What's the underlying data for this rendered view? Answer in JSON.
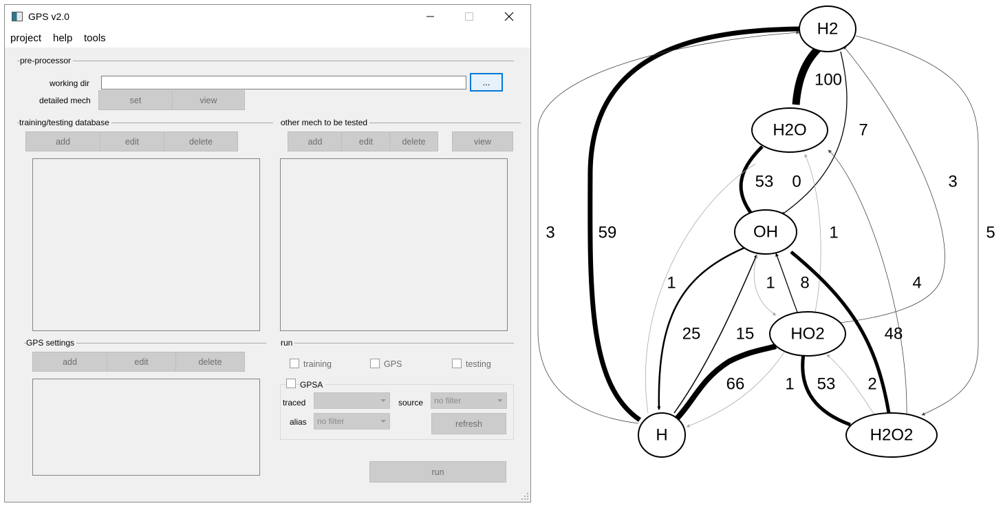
{
  "window": {
    "title": "GPS v2.0",
    "menu": [
      "project",
      "help",
      "tools"
    ]
  },
  "pre_processor": {
    "title": "pre-processor",
    "working_dir_label": "working dir",
    "working_dir_value": "",
    "browse_label": "...",
    "detailed_mech_label": "detailed mech",
    "set_label": "set",
    "view_label": "view"
  },
  "training_db": {
    "title": "training/testing database",
    "add": "add",
    "edit": "edit",
    "delete": "delete"
  },
  "other_mech": {
    "title": "other mech to be tested",
    "add": "add",
    "edit": "edit",
    "delete": "delete",
    "view": "view"
  },
  "gps_settings": {
    "title": "GPS settings",
    "add": "add",
    "edit": "edit",
    "delete": "delete"
  },
  "run": {
    "title": "run",
    "training": "training",
    "gps": "GPS",
    "testing": "testing",
    "gpsa": "GPSA",
    "traced_label": "traced",
    "traced_value": "",
    "source_label": "source",
    "source_value": "no filter",
    "alias_label": "alias",
    "alias_value": "no filter",
    "refresh": "refresh",
    "run_button": "run"
  },
  "graph": {
    "nodes": [
      "H2",
      "H2O",
      "OH",
      "HO2",
      "H",
      "H2O2"
    ],
    "edges": [
      {
        "from": "H2",
        "to": "H2O",
        "weight": "100"
      },
      {
        "from": "H2",
        "to": "H",
        "weight": "59"
      },
      {
        "from": "H2",
        "to": "OH",
        "weight": "7"
      },
      {
        "from": "H",
        "to": "H2",
        "weight": "3"
      },
      {
        "from": "H2",
        "to": "H2O2",
        "weight": "5"
      },
      {
        "from": "HO2",
        "to": "H2",
        "weight": "3"
      },
      {
        "from": "OH",
        "to": "H2O",
        "weight": "53"
      },
      {
        "from": "H",
        "to": "OH",
        "weight": "0"
      },
      {
        "from": "HO2",
        "to": "H2O",
        "weight": "1"
      },
      {
        "from": "H2O2",
        "to": "H2O",
        "weight": "4"
      },
      {
        "from": "OH",
        "to": "H",
        "weight": "25"
      },
      {
        "from": "H",
        "to": "OH",
        "weight": "15"
      },
      {
        "from": "OH",
        "to": "HO2",
        "weight": "1"
      },
      {
        "from": "HO2",
        "to": "OH",
        "weight": "8"
      },
      {
        "from": "H2O2",
        "to": "OH",
        "weight": "48"
      },
      {
        "from": "H",
        "to": "HO2",
        "weight": "66"
      },
      {
        "from": "HO2",
        "to": "H",
        "weight": "1"
      },
      {
        "from": "HO2",
        "to": "H2O2",
        "weight": "53"
      },
      {
        "from": "H2O2",
        "to": "HO2",
        "weight": "2"
      },
      {
        "from": "OH",
        "to": "H",
        "weight": "1"
      }
    ]
  }
}
